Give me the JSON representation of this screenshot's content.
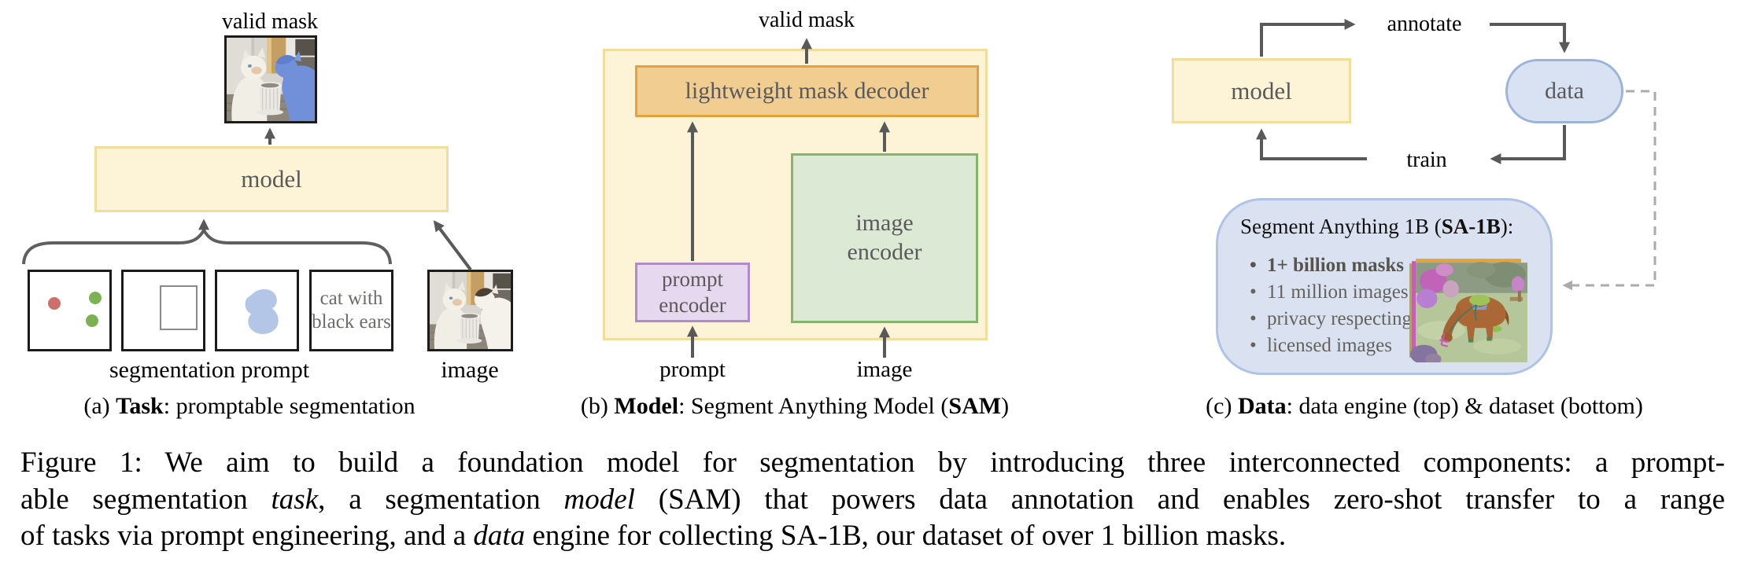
{
  "panel_a": {
    "valid_mask_label": "valid mask",
    "model_label": "model",
    "text_prompt": "cat with\nblack ears",
    "segmentation_prompt_label": "segmentation prompt",
    "image_label": "image",
    "caption_runs": [
      {
        "t": "(a) "
      },
      {
        "t": "Task",
        "b": true
      },
      {
        "t": ": promptable segmentation"
      }
    ]
  },
  "panel_b": {
    "valid_mask_label": "valid mask",
    "decoder_label": "lightweight mask decoder",
    "prompt_encoder_label": "prompt\nencoder",
    "image_encoder_label": "image\nencoder",
    "prompt_label": "prompt",
    "image_label": "image",
    "caption_runs": [
      {
        "t": "(b) "
      },
      {
        "t": "Model",
        "b": true
      },
      {
        "t": ": Segment Anything Model ("
      },
      {
        "t": "SAM",
        "b": true
      },
      {
        "t": ")"
      }
    ]
  },
  "panel_c": {
    "model_label": "model",
    "data_label": "data",
    "annotate_label": "annotate",
    "train_label": "train",
    "dataset_card": {
      "title_runs": [
        {
          "t": "Segment Anything 1B ("
        },
        {
          "t": "SA-1B",
          "b": true
        },
        {
          "t": "):"
        }
      ],
      "bullet_char": "•",
      "bullets": [
        "1+ billion masks",
        "11 million images",
        "privacy respecting",
        "licensed images"
      ]
    },
    "caption_runs": [
      {
        "t": "(c) "
      },
      {
        "t": "Data",
        "b": true
      },
      {
        "t": ": data engine (top) & dataset (bottom)"
      }
    ]
  },
  "figure_caption": {
    "lines": [
      [
        {
          "t": "Figure 1: We aim to build a foundation model for segmentation by introducing three interconnected components: a prompt-"
        }
      ],
      [
        {
          "t": "able segmentation "
        },
        {
          "t": "task",
          "i": true
        },
        {
          "t": ", a segmentation "
        },
        {
          "t": "model",
          "i": true
        },
        {
          "t": " (SAM) that powers data annotation and enables zero-shot transfer to a range"
        }
      ],
      [
        {
          "t": "of tasks via prompt engineering, and a "
        },
        {
          "t": "data",
          "i": true
        },
        {
          "t": " engine for collecting SA-1B, our dataset of over 1 billion masks."
        }
      ]
    ]
  },
  "colors": {
    "panel_fill_yellow": "#fdf4d7",
    "panel_border_yellow": "#f1dd9c",
    "decoder_fill": "#f2cd92",
    "decoder_border": "#e3a23e",
    "prompt_encoder_fill": "#e6d9ef",
    "prompt_encoder_border": "#b28bcb",
    "image_encoder_fill": "#dcead5",
    "image_encoder_border": "#85b56b",
    "data_fill": "#d9e2f3",
    "data_border": "#9db4da",
    "arrow_gray": "#595959",
    "dashed_gray": "#ababab",
    "point_red": "#cf6f6d",
    "point_green": "#7db253",
    "mask_prompt_blue": "#b4c6e7",
    "valid_mask_blue": "#7290d9"
  }
}
